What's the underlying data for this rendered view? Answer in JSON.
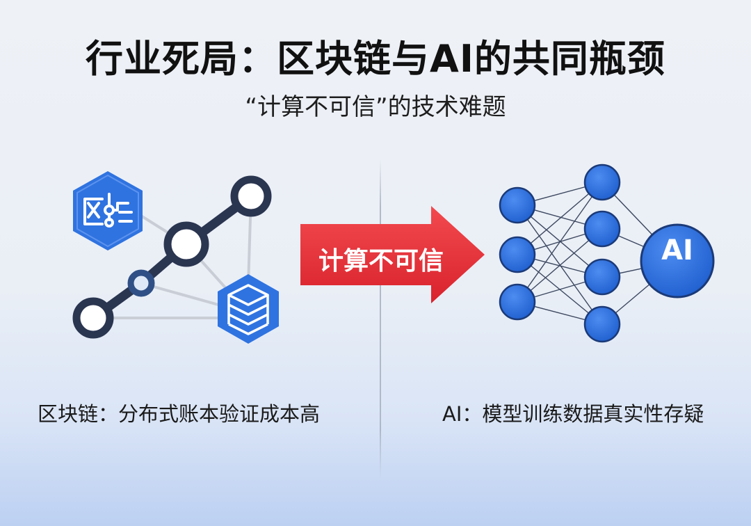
{
  "title": "行业死局：区块链与AI的共同瓶颈",
  "subtitle": "“计算不可信”的技术难题",
  "arrow_label": "计算不可信",
  "left_caption": "区块链：分布式账本验证成本高",
  "right_caption": "AI：模型训练数据真实性存疑",
  "ai_node_label": "AI",
  "icons": [
    "blockchain-hex-icon",
    "layers-hex-icon",
    "neural-network-icon"
  ],
  "colors": {
    "blue": "#2f73e0",
    "dark_node": "#2a3550",
    "arrow_red": "#e8323c"
  }
}
